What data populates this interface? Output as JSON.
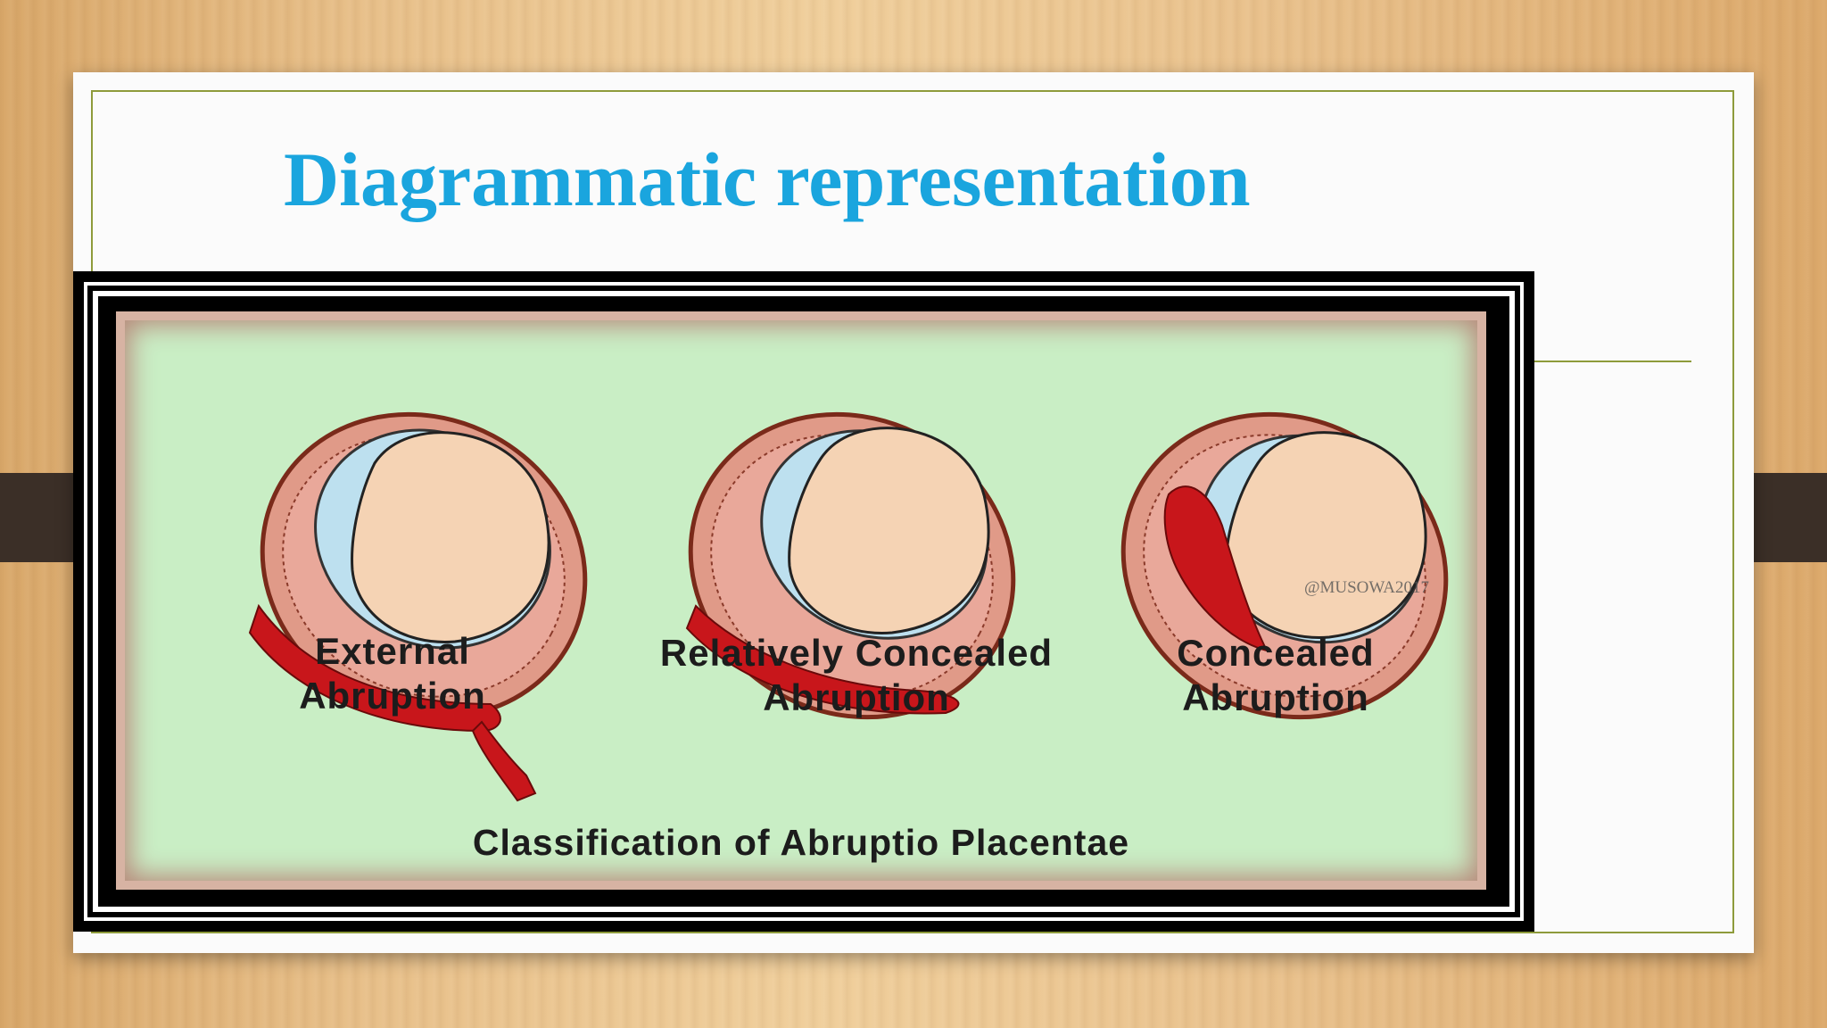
{
  "slide": {
    "title": "Diagrammatic representation",
    "watermark": "@MUSOWA2017"
  },
  "figure": {
    "panels": [
      {
        "label_line1": "External",
        "label_line2": "Abruption"
      },
      {
        "label_line1": "Relatively Concealed",
        "label_line2": "Abruption"
      },
      {
        "label_line1": "Concealed",
        "label_line2": "Abruption"
      }
    ],
    "caption": "Classification of Abruptio Placentae"
  },
  "colors": {
    "title": "#1aa5de",
    "border": "#8e9b3b",
    "panel_bg": "#c9eec5",
    "uterus": "#e09a88",
    "blood": "#c8161b",
    "fluid": "#bde0ef",
    "fetus": "#f5d3b4"
  }
}
